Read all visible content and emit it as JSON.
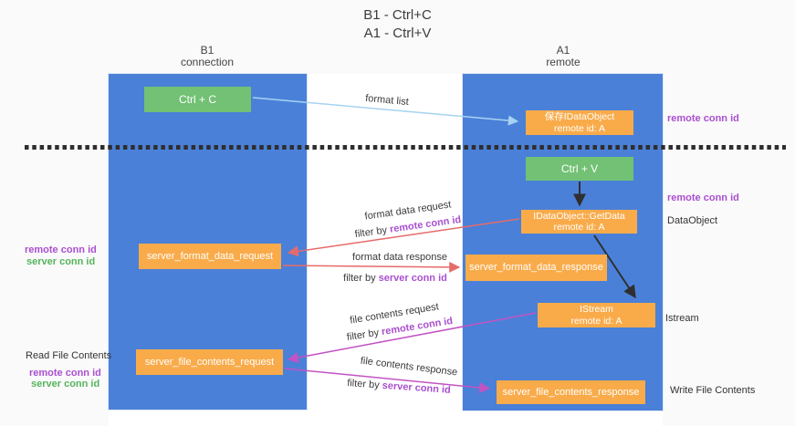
{
  "title": {
    "line1": "B1 - Ctrl+C",
    "line2": "A1 - Ctrl+V"
  },
  "lanes": {
    "left": {
      "title": "B1",
      "subtitle": "connection"
    },
    "right": {
      "title": "A1",
      "subtitle": "remote"
    }
  },
  "nodes": {
    "ctrl_c": {
      "label": "Ctrl + C"
    },
    "ctrl_v": {
      "label": "Ctrl + V"
    },
    "save_dataobject": {
      "line1": "保存IDataObject",
      "line2": "remote id: A"
    },
    "getdata": {
      "line1": "IDataObject::GetData",
      "line2": "remote id: A"
    },
    "istream": {
      "line1": "IStream",
      "line2": "remote id: A"
    },
    "server_format_data_request": {
      "label": "server_format_data_request"
    },
    "server_format_data_response": {
      "label": "server_format_data_response"
    },
    "server_file_contents_request": {
      "label": "server_file_contents_request"
    },
    "server_file_contents_response": {
      "label": "server_file_contents_response"
    }
  },
  "annotations": {
    "format_list": "format list",
    "format_data_request": "format data request",
    "format_data_response": "format data response",
    "file_contents_request": "file contents request",
    "file_contents_response": "file contents response",
    "filter_prefix": "filter by ",
    "remote_conn_id": "remote conn id",
    "server_conn_id": "server conn id"
  },
  "side_labels": {
    "remote_conn_id": "remote conn id",
    "server_conn_id": "server conn id",
    "dataobject": "DataObject",
    "istream": "Istream",
    "read_file_contents": "Read File Contents",
    "write_file_contents": "Write File Contents"
  },
  "colors": {
    "lane_fill": "#4a80d8",
    "node_orange": "#f9ab4a",
    "node_green": "#72c175",
    "arrow_red": "#e56b6b",
    "arrow_magenta": "#c353c3",
    "arrow_light_blue": "#a6d3f2",
    "arrow_black": "#2f2f2f",
    "label_purple": "#aa4fd0",
    "label_green": "#55b45c",
    "background": "#fafafa"
  }
}
